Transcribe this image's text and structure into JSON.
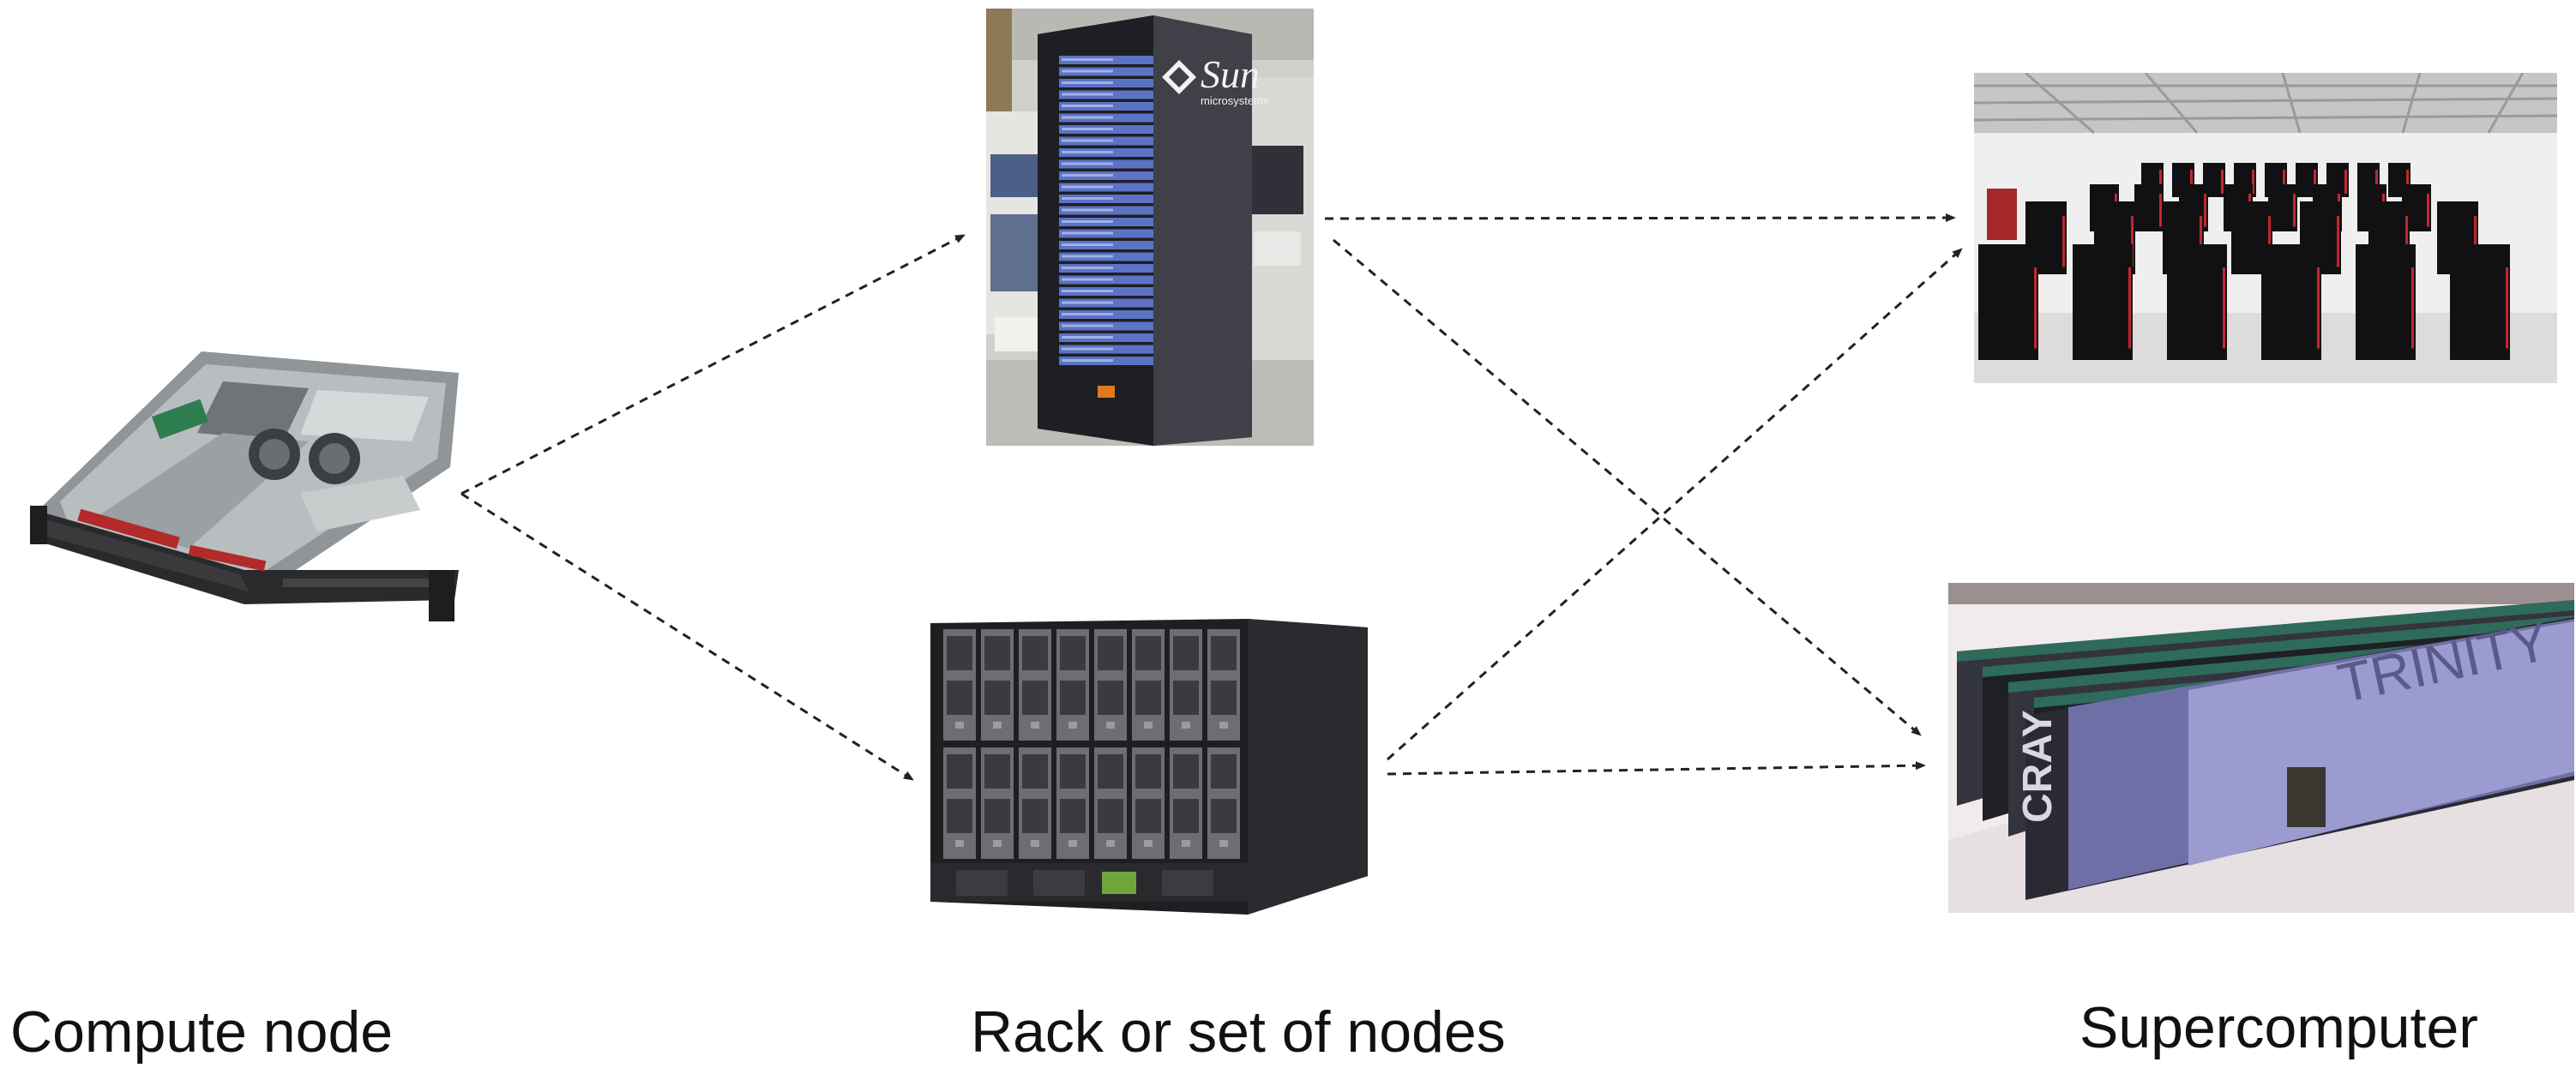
{
  "labels": {
    "compute_node": "Compute node",
    "rack": "Rack or set of nodes",
    "supercomputer": "Supercomputer"
  },
  "rack_brand": {
    "name": "Sun",
    "sub": "microsystems"
  },
  "supercomputer_branding": {
    "vendor": "CRAY",
    "system": "TRINITY"
  },
  "colors": {
    "arrow": "#222222",
    "rack_blue": "#5c72c4",
    "cabinet_red": "#c0272d"
  }
}
